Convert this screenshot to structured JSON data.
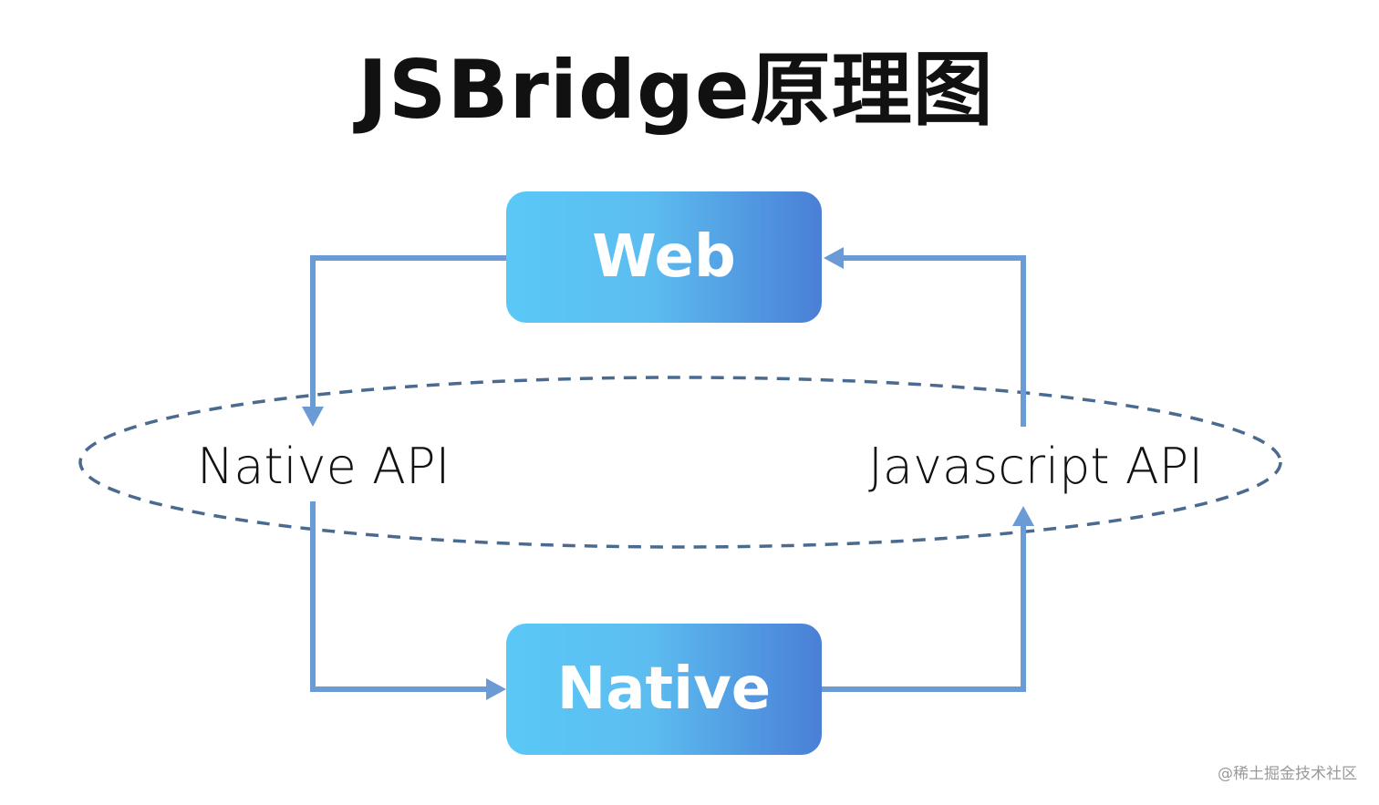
{
  "title": "JSBridge原理图",
  "nodes": {
    "web": "Web",
    "native": "Native"
  },
  "labels": {
    "native_api": "Native API",
    "javascript_api": "Javascript API"
  },
  "edges": [
    {
      "from": "Web",
      "to": "Native API"
    },
    {
      "from": "Native API",
      "to": "Native"
    },
    {
      "from": "Native",
      "to": "Javascript API"
    },
    {
      "from": "Javascript API",
      "to": "Web"
    }
  ],
  "colors": {
    "arrow": "#6a9bd4",
    "ellipse": "#4a6a8f",
    "box_start": "#5ac8f7",
    "box_end": "#4a7fd6"
  },
  "watermark": "@稀土掘金技术社区"
}
